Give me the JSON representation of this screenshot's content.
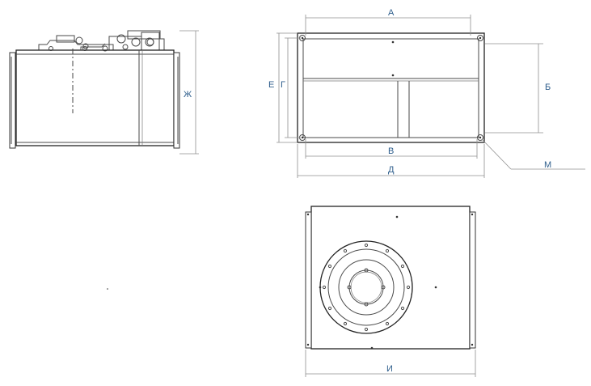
{
  "dimension_labels": {
    "a": "А",
    "b": "Б",
    "v": "В",
    "g": "Г",
    "d": "Д",
    "e": "Е",
    "zh": "Ж",
    "i": "И",
    "m": "М"
  },
  "colors": {
    "label_text": "#2e5e8c",
    "outline": "#333333",
    "dimension_line": "#8f8f8f",
    "background": "#ffffff"
  }
}
